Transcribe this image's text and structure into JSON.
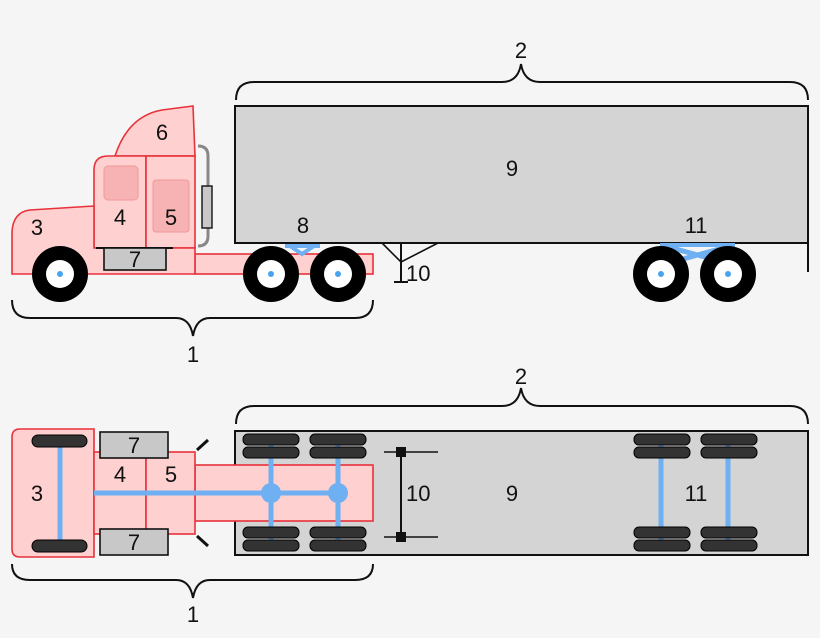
{
  "labels": {
    "tractor": "1",
    "semi_trailer": "2",
    "engine": "3",
    "cab": "4",
    "sleeper": "5",
    "fairing": "6",
    "fuel_tank": "7",
    "fifth_wheel": "8",
    "cargo_box": "9",
    "landing_gear": "10",
    "tandem_axle": "11"
  },
  "colors": {
    "tractor_fill": "#ffd0d0",
    "tractor_stroke": "#e8313a",
    "trailer_fill": "#d4d4d4",
    "axle": "#6fb0f2"
  }
}
